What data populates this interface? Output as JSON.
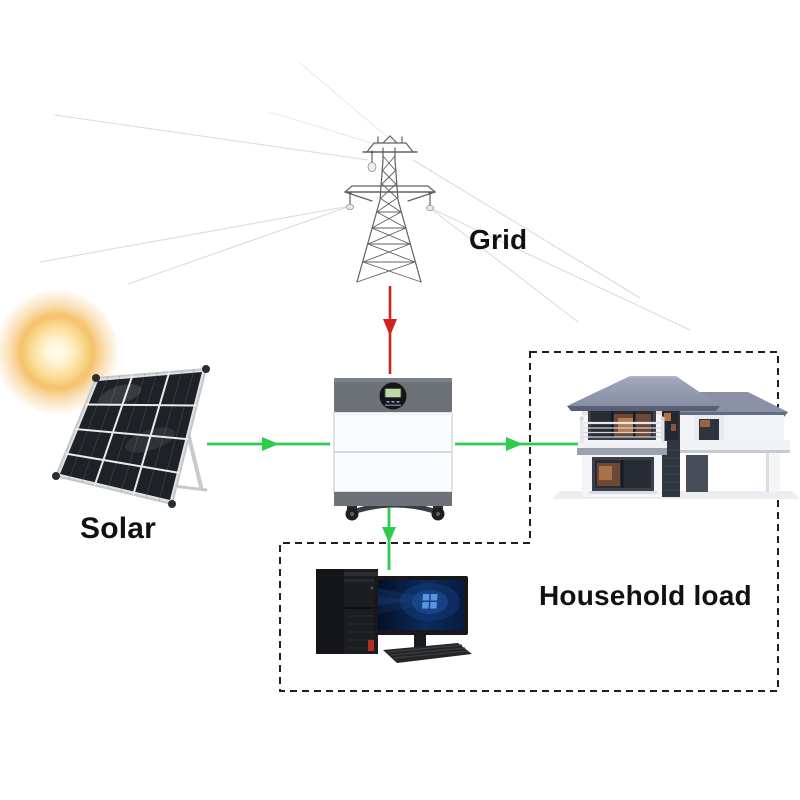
{
  "labels": {
    "solar": "Solar",
    "grid": "Grid",
    "household_load": "Household load"
  },
  "colors": {
    "flow_green": "#2ecc4e",
    "flow_red": "#cf2222",
    "dashed_border": "#1f1f1f",
    "label_text": "#111111"
  },
  "nodes": [
    {
      "id": "sun",
      "icon": "sun-icon"
    },
    {
      "id": "solar-panel",
      "icon": "solar-panel-icon",
      "label": "Solar"
    },
    {
      "id": "grid-tower",
      "icon": "grid-tower-icon",
      "label": "Grid"
    },
    {
      "id": "battery-storage",
      "icon": "battery-inverter-icon"
    },
    {
      "id": "house",
      "icon": "house-icon"
    },
    {
      "id": "computer",
      "icon": "computer-icon"
    }
  ],
  "flows": [
    {
      "from": "solar-panel",
      "to": "battery-storage",
      "color": "green",
      "direction": "right"
    },
    {
      "from": "grid-tower",
      "to": "battery-storage",
      "color": "red",
      "direction": "down"
    },
    {
      "from": "battery-storage",
      "to": "house",
      "color": "green",
      "direction": "right"
    },
    {
      "from": "battery-storage",
      "to": "computer",
      "color": "green",
      "direction": "down"
    }
  ],
  "groups": [
    {
      "id": "household-load",
      "label": "Household load",
      "members": [
        "house",
        "computer"
      ],
      "style": "dashed"
    }
  ]
}
